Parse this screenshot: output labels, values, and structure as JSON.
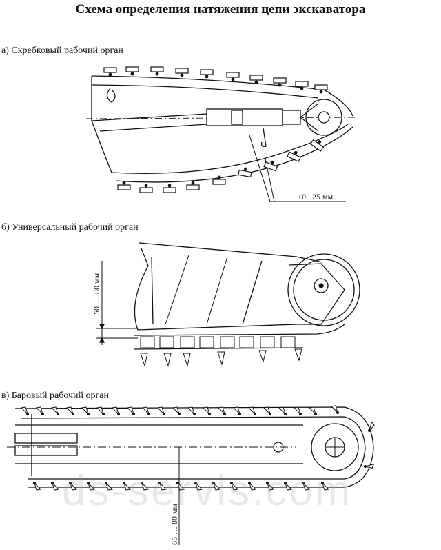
{
  "title": "Схема определения натяжения цепи экскаватора",
  "sections": [
    {
      "caption": "а) Скребковый рабочий орган",
      "dimension": "10...25 мм"
    },
    {
      "caption": "б) Универсальный рабочий орган",
      "dimension": "50 … 80 мм"
    },
    {
      "caption": "в) Баровый рабочий орган",
      "dimension": "65 … 80 мм"
    }
  ],
  "watermark": "ds-servis.com"
}
